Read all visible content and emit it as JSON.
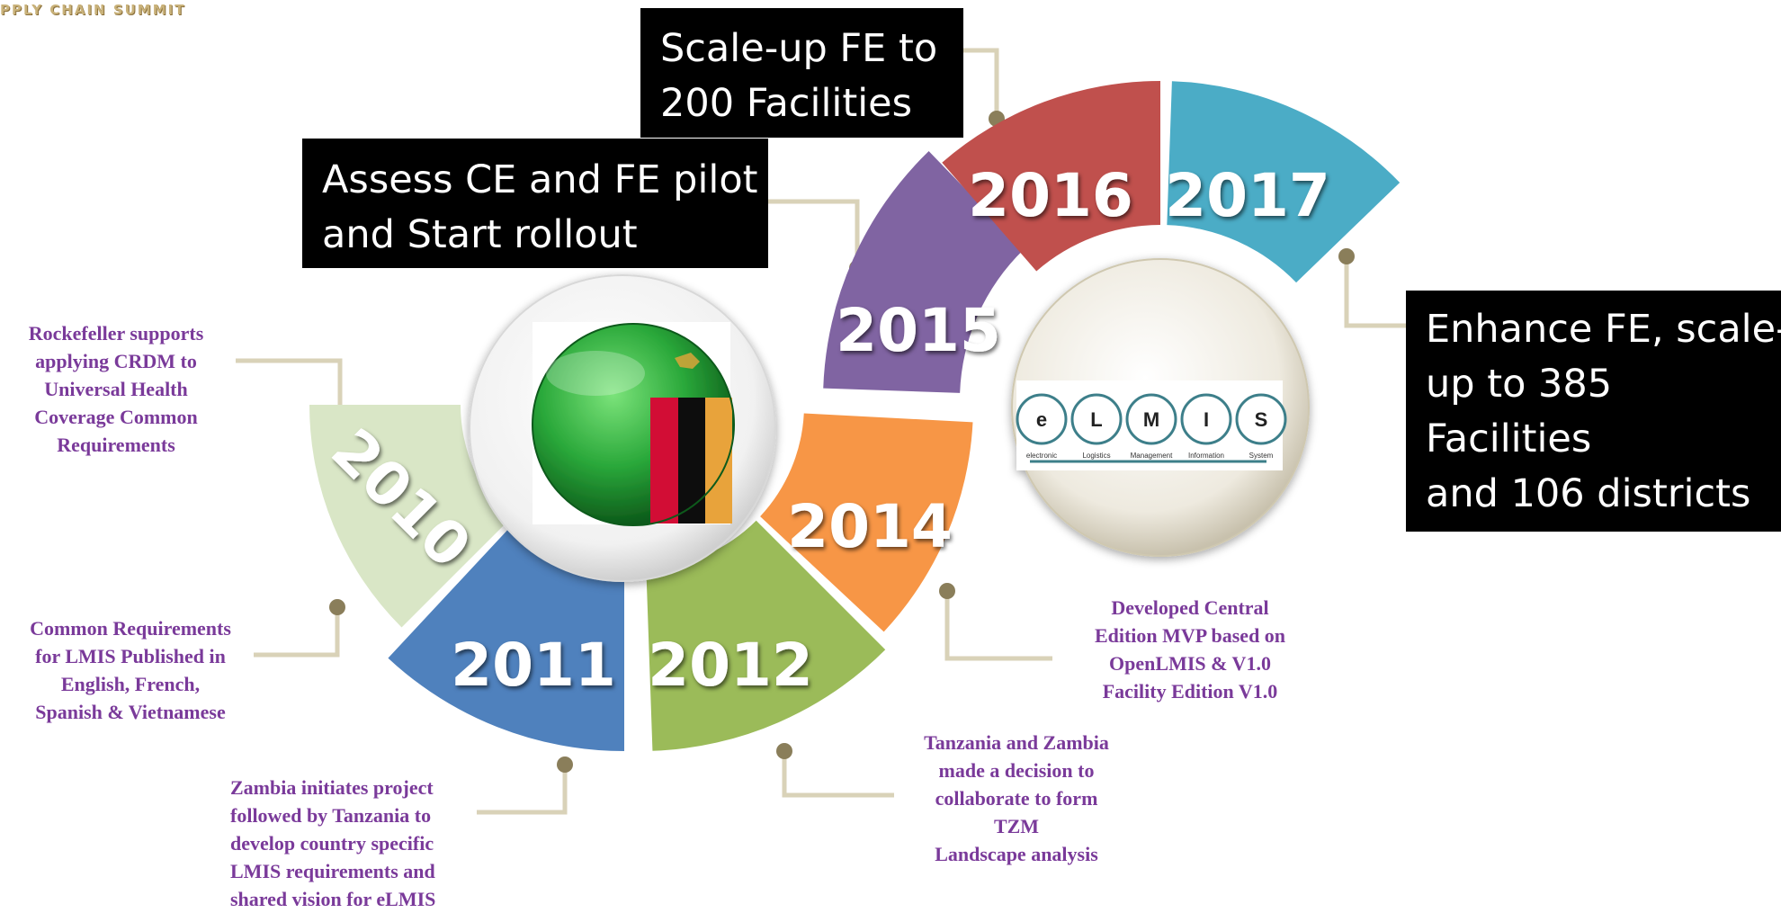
{
  "header": {
    "logo_text": "PPLY CHAIN SUMMIT"
  },
  "segments": [
    {
      "year": "2010",
      "color": "#d9e6c6"
    },
    {
      "year": "2011",
      "color": "#4f81bd"
    },
    {
      "year": "2012",
      "color": "#9bbb59"
    },
    {
      "year": "2014",
      "color": "#f79646"
    },
    {
      "year": "2015",
      "color": "#8064a2"
    },
    {
      "year": "2016",
      "color": "#c0504d"
    },
    {
      "year": "2017",
      "color": "#4bacc6"
    }
  ],
  "callouts": {
    "box_2016": [
      "Scale-up FE to",
      "200 Facilities"
    ],
    "box_2015": [
      "Assess CE and FE pilot",
      "and Start rollout"
    ],
    "box_2017": [
      "Enhance FE, scale-",
      "up to 385",
      "Facilities",
      "and 106 districts"
    ],
    "note_2010": [
      "Rockefeller supports",
      "applying CRDM to",
      "Universal Health",
      "Coverage Common",
      "Requirements"
    ],
    "note_common": [
      "Common Requirements",
      "for LMIS Published in",
      "English, French,",
      "Spanish &  Vietnamese"
    ],
    "note_2011": [
      "Zambia initiates project",
      "followed by Tanzania to",
      "develop country specific",
      "LMIS requirements and",
      "shared vision for eLMIS"
    ],
    "note_2012": [
      "Tanzania and Zambia",
      "made a decision to",
      "collaborate to form",
      "TZM",
      "Landscape analysis"
    ],
    "note_2014": [
      "Developed Central",
      "Edition MVP based on",
      "OpenLMIS & V1.0",
      "Facility Edition V1.0"
    ]
  },
  "elmis_logo": {
    "letters": [
      "e",
      "L",
      "M",
      "I",
      "S"
    ],
    "words": [
      "electronic",
      "Logistics",
      "Management",
      "Information",
      "System"
    ]
  },
  "colors": {
    "note_text": "#7a3a9a",
    "connector": "#d9d2b8",
    "dot": "#8a7e5a"
  }
}
